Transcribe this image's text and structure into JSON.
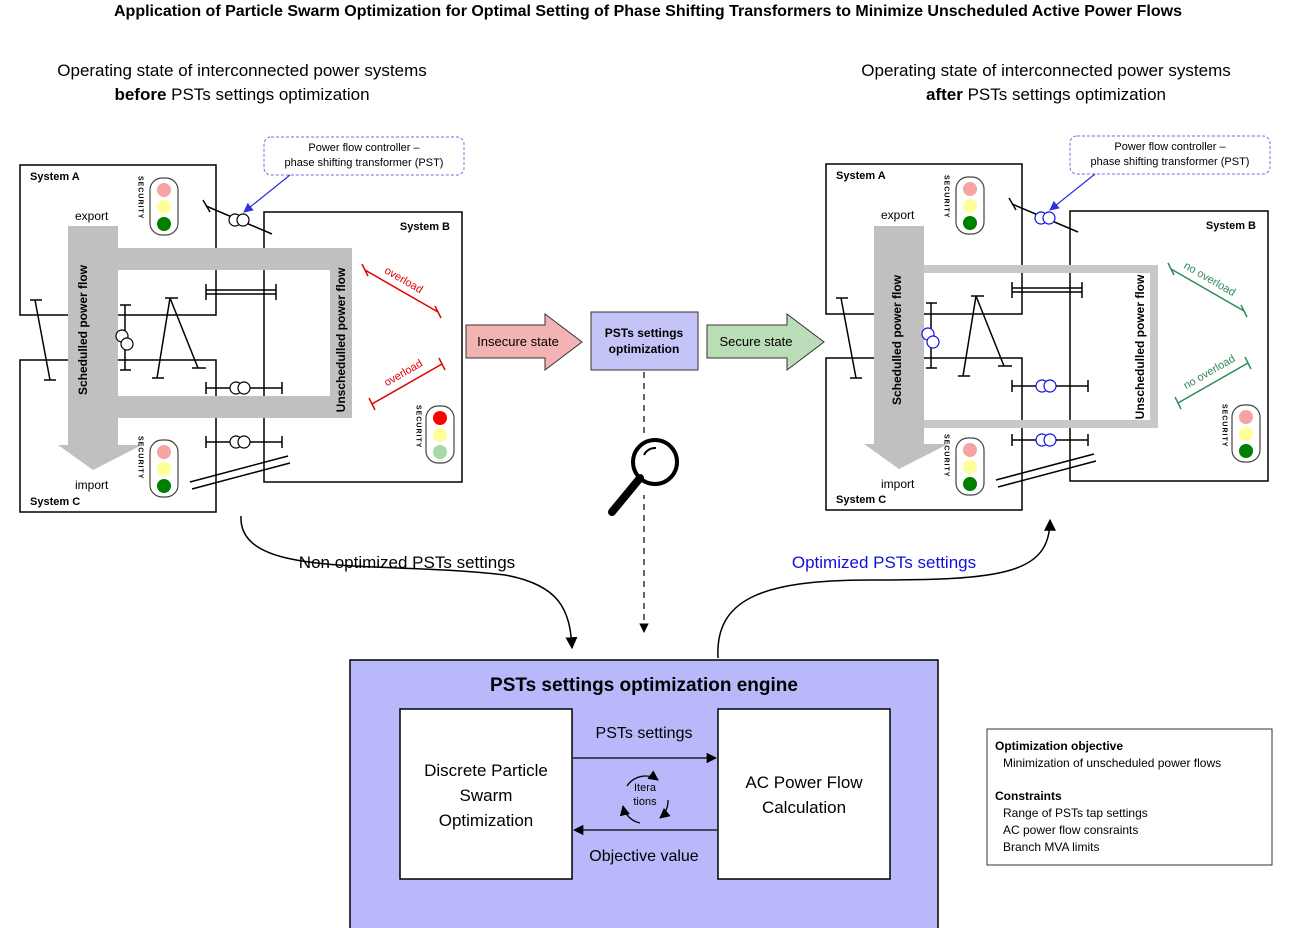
{
  "title": "Application of Particle Swarm Optimization for Optimal Setting of Phase Shifting Transformers to Minimize Unscheduled Active Power Flows",
  "before": {
    "heading_line1": "Operating state of interconnected power systems",
    "heading_bold": "before",
    "heading_rest": " PSTs settings optimization",
    "callout_line1": "Power flow controller –",
    "callout_line2": "phase shifting transformer (PST)",
    "system_a": "System A",
    "system_b": "System B",
    "system_c": "System C",
    "export": "export",
    "import": "import",
    "scheduled": "Schedulled power flow",
    "unscheduled": "Unschedulled power flow",
    "overload1": "overload",
    "overload2": "overload",
    "security": "SECURITY"
  },
  "after": {
    "heading_line1": "Operating state of interconnected power systems",
    "heading_bold": "after",
    "heading_rest": " PSTs settings optimization",
    "callout_line1": "Power flow controller –",
    "callout_line2": "phase shifting transformer (PST)",
    "system_a": "System A",
    "system_b": "System B",
    "system_c": "System C",
    "export": "export",
    "import": "import",
    "scheduled": "Schedulled power flow",
    "unscheduled": "Unschedulled power flow",
    "no_overload1": "no overload",
    "no_overload2": "no overload",
    "security": "SECURITY"
  },
  "middle": {
    "insecure": "Insecure state",
    "secure": "Secure state",
    "box_line1": "PSTs settings",
    "box_line2": "optimization"
  },
  "flows": {
    "non_optimized": "Non optimized PSTs settings",
    "optimized": "Optimized PSTs settings"
  },
  "engine": {
    "title": "PSTs settings optimization engine",
    "dpso_line1": "Discrete Particle",
    "dpso_line2": "Swarm",
    "dpso_line3": "Optimization",
    "ac_line1": "AC Power Flow",
    "ac_line2": "Calculation",
    "pst_settings": "PSTs settings",
    "objective_value": "Objective value",
    "iter_line1": "Itera",
    "iter_line2": "tions"
  },
  "legend": {
    "objective_heading": "Optimization objective",
    "objective_item": "Minimization of unscheduled power flows",
    "constraints_heading": "Constraints",
    "constraint_items": [
      "Range of PSTs tap settings",
      "AC power flow consraints",
      "Branch MVA limits"
    ]
  },
  "colors": {
    "engine_fill": "#b3b3f5",
    "box_fill": "#c4c4f7",
    "insecure_fill": "#f4b3b3",
    "secure_fill": "#b9ddb6",
    "overload_red": "#e00000",
    "no_overload_green": "#2e8b57",
    "optimized_blue": "#1010dd",
    "flow_gray": "#c0c0c0"
  }
}
